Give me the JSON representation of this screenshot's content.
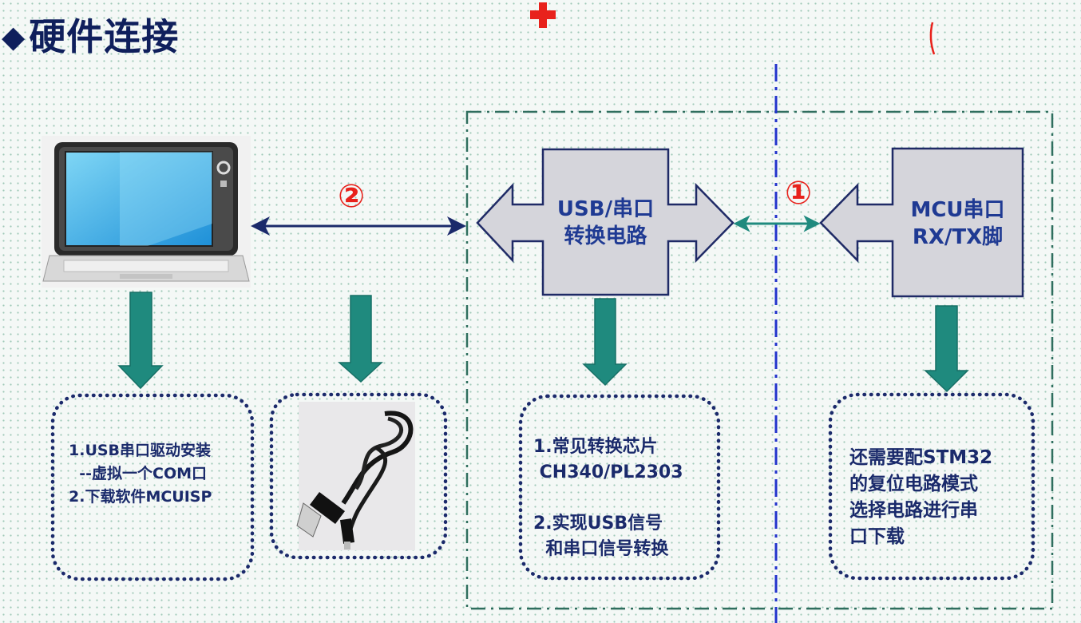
{
  "slide": {
    "title": "硬件连接",
    "title_marker": "◆"
  },
  "nodes": {
    "usb_serial": {
      "label": "USB/串口\n转换电路"
    },
    "mcu": {
      "label": "MCU串口\nRX/TX脚"
    },
    "computer": {
      "icon": "laptop-icon"
    },
    "cable": {
      "icon": "usb-cable-icon"
    }
  },
  "markers": {
    "step_2": "②",
    "step_1": "①"
  },
  "notes": {
    "pc": "1.USB串口驱动安装\n  --虚拟一个COM口\n2.下载软件MCUISP",
    "converter": "1.常见转换芯片\n CH340/PL2303\n\n2.实现USB信号\n  和串口信号转换",
    "mcu": "还需要配STM32\n的复位电路模式\n选择电路进行串\n口下载"
  },
  "colors": {
    "title": "#0f1f5c",
    "box_fill": "#d5d5db",
    "box_border": "#1f2a66",
    "box_text": "#1f3a93",
    "teal_arrow": "#1f8a7e",
    "navy_arrow": "#1b2a6b",
    "dotted_border": "#1b2a6b",
    "dash_border": "#2f6e5e",
    "blue_divider": "#2233cc",
    "marker_red": "#e8221c"
  }
}
